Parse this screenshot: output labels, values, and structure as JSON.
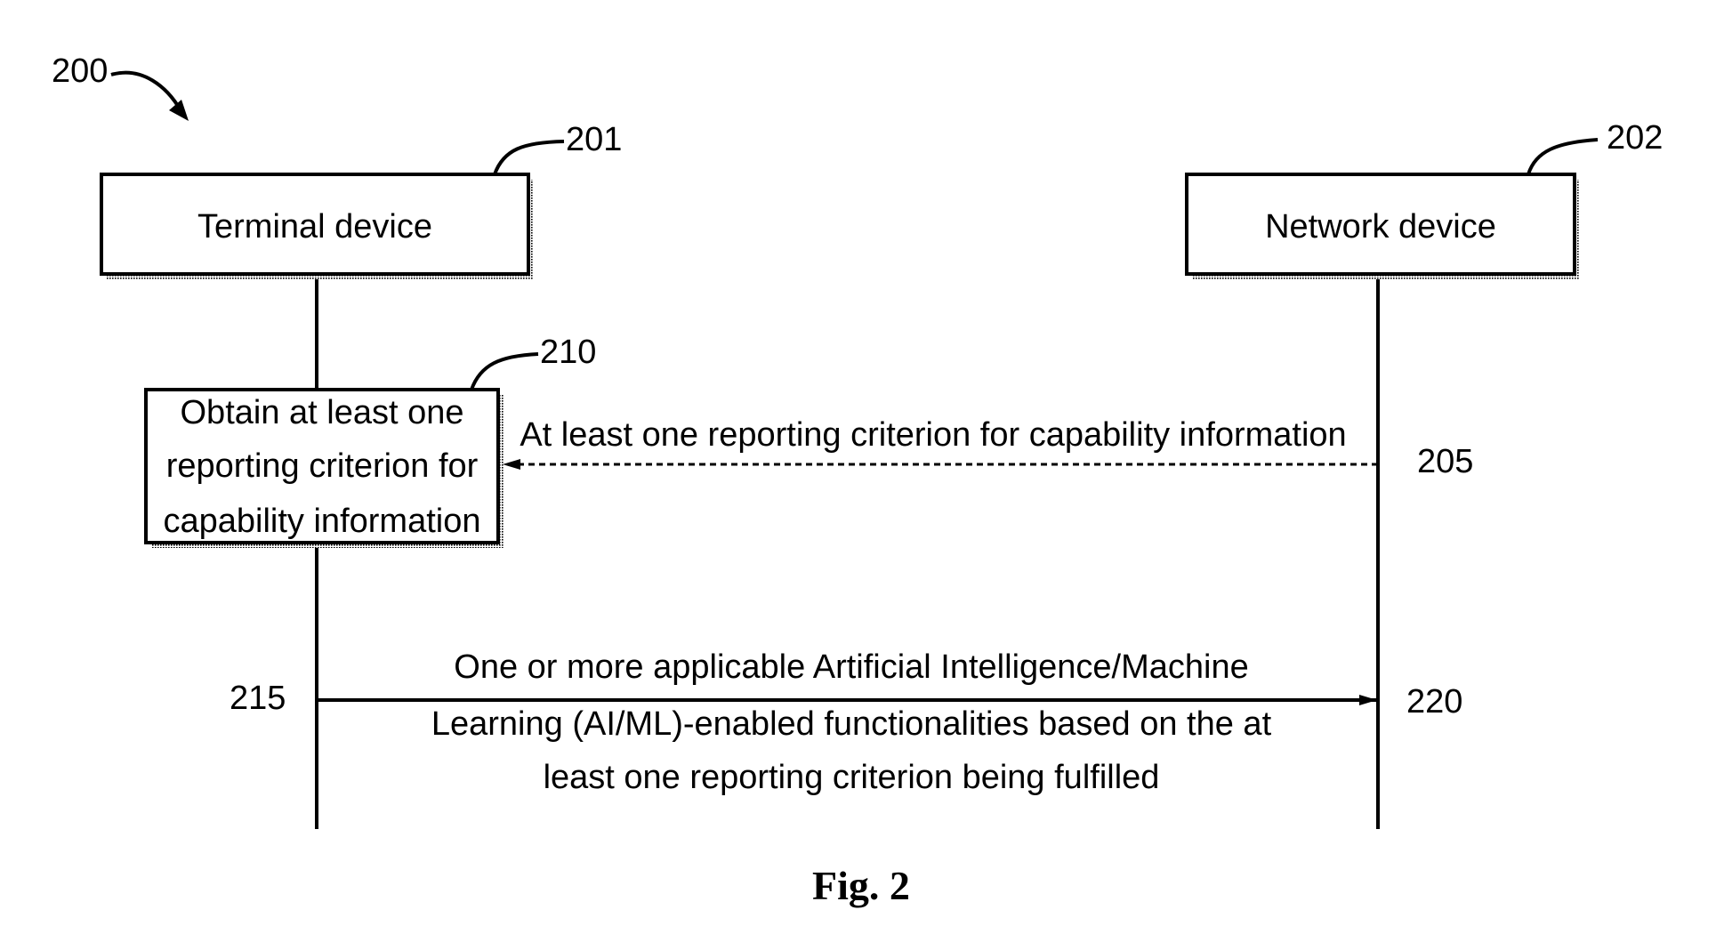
{
  "figure_ref": "200",
  "participants": {
    "terminal": {
      "ref": "201",
      "label": "Terminal device"
    },
    "network": {
      "ref": "202",
      "label": "Network device"
    }
  },
  "step_box": {
    "ref": "210",
    "lines": [
      "Obtain at least one",
      "reporting criterion for",
      "capability information"
    ]
  },
  "messages": {
    "criterion": {
      "ref": "205",
      "lines": [
        "At least one reporting criterion for capability information"
      ]
    },
    "functionalities": {
      "ref_start": "215",
      "ref_end": "220",
      "lines": [
        "One or more applicable Artificial Intelligence/Machine",
        "Learning (AI/ML)-enabled functionalities based on the at",
        "least one reporting criterion being fulfilled"
      ]
    }
  },
  "caption": "Fig. 2"
}
